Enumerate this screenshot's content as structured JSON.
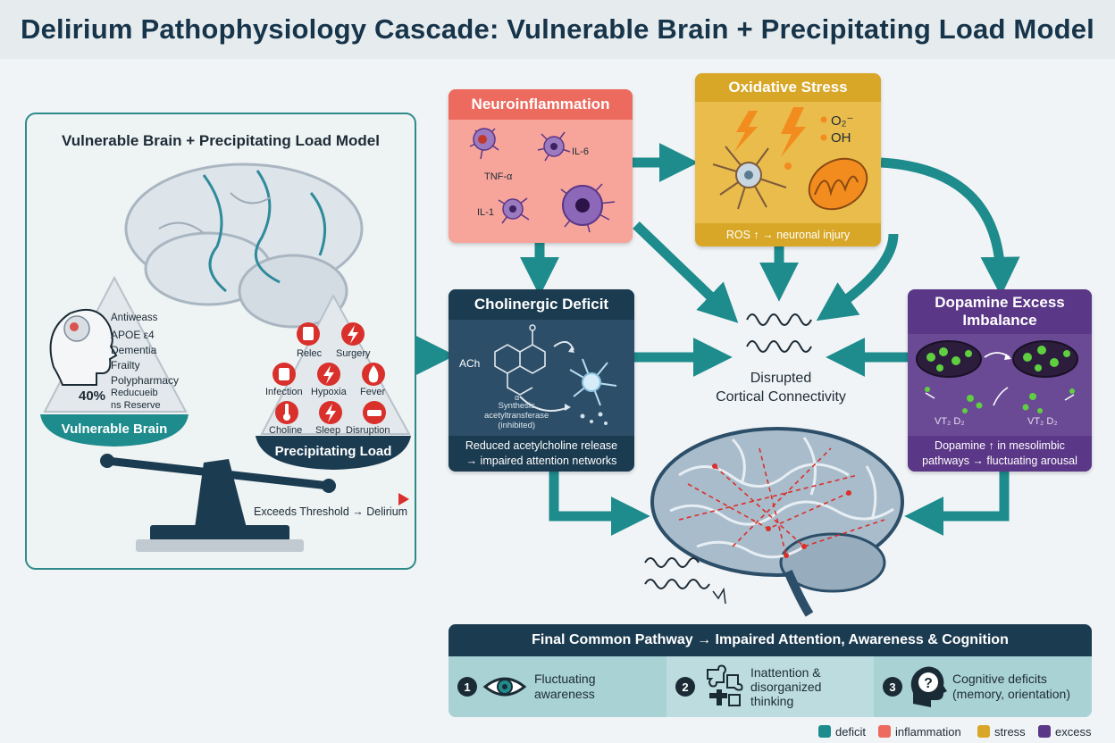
{
  "title": "Delirium Pathophysiology Cascade: Vulnerable Brain + Precipitating Load Model",
  "left_panel": {
    "title": "Vulnerable Brain + Precipitating Load Model",
    "vulnerable_items": [
      "Antiweass",
      "APOE ε4",
      "Dementia",
      "Frailty",
      "Polypharmacy"
    ],
    "reserve_percent": "40%",
    "reserve_text": "Reducueib\nns Reserve",
    "vulnerable_label": "Vulnerable Brain",
    "precip_items": [
      "Relec",
      "Surgery",
      "Infection",
      "Hypoxia",
      "Fever",
      "Choline",
      "Sleep",
      "Disruption"
    ],
    "precip_label": "Precipitating Load",
    "threshold_text": "Exceeds Threshold → Delirium"
  },
  "neuro": {
    "title": "Neuroinflammation",
    "labels": [
      "IL-6",
      "TNF-α",
      "IL-1"
    ]
  },
  "oxidative": {
    "title": "Oxidative Stress",
    "labels": [
      "O₂⁻",
      "OH"
    ],
    "footer": "ROS ↑ → neuronal injury"
  },
  "cholinergic": {
    "title": "Cholinergic Deficit",
    "ach": "ACh",
    "small": "Synthesis\nacetyltransferase\n(inhibited)",
    "small_mark": "α",
    "footer": "Reduced acetylcholine release\n→ impaired attention networks"
  },
  "dopamine": {
    "title": "Dopamine Excess\nImbalance",
    "receptor_labels": [
      "VT₂ D₂",
      "VT₂ D₂"
    ],
    "footer": "Dopamine ↑ in mesolimbic\npathways → fluctuating arousal"
  },
  "center": {
    "label": "Disrupted\nCortical Connectivity"
  },
  "final_pathway": {
    "title": "Final Common Pathway → Impaired Attention, Awareness & Cognition",
    "items": [
      {
        "num": "1",
        "text": "Fluctuating\nawareness",
        "icon": "eye-icon"
      },
      {
        "num": "2",
        "text": "Inattention &\ndisorganized\nthinking",
        "icon": "puzzle-icon"
      },
      {
        "num": "3",
        "text": "Cognitive deficits\n(memory, orientation)",
        "icon": "head-question-icon"
      }
    ]
  },
  "legend": [
    {
      "label": "deficit",
      "color": "#1e8b8c"
    },
    {
      "label": "inflammation",
      "color": "#ec6a5e"
    },
    {
      "label": "stress",
      "color": "#d8a727"
    },
    {
      "label": "excess",
      "color": "#5b3787"
    }
  ],
  "colors": {
    "teal": "#1e8b8c",
    "dark_navy": "#1b3b50",
    "salmon": "#f4928a",
    "gold": "#e7b43c",
    "purple": "#6a4a95"
  }
}
